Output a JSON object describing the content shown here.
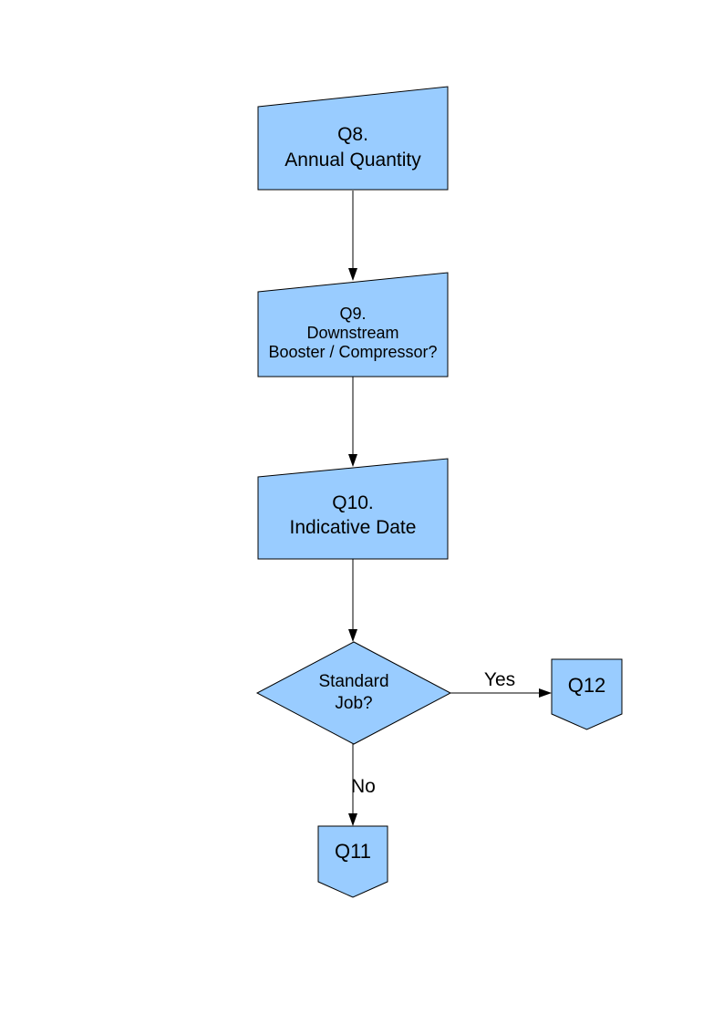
{
  "page": {
    "background_color": "#ffffff"
  },
  "diagram": {
    "style": {
      "node_fill": "#99CCFF",
      "node_border": "#000000",
      "connector_color": "#000000",
      "text_color": "#000000"
    },
    "nodes": [
      {
        "id": "q8",
        "type": "manual-input",
        "lines": [
          "Q8.",
          "Annual Quantity"
        ]
      },
      {
        "id": "q9",
        "type": "manual-input",
        "lines": [
          "Q9.",
          "Downstream",
          "Booster / Compressor?"
        ]
      },
      {
        "id": "q10",
        "type": "manual-input",
        "lines": [
          "Q10.",
          "Indicative Date"
        ]
      },
      {
        "id": "standard-job",
        "type": "decision",
        "lines": [
          "Standard",
          "Job?"
        ]
      },
      {
        "id": "q12",
        "type": "off-page-connector",
        "lines": [
          "Q12"
        ]
      },
      {
        "id": "q11",
        "type": "off-page-connector",
        "lines": [
          "Q11"
        ]
      }
    ],
    "edges": [
      {
        "from": "q8",
        "to": "q9",
        "label": ""
      },
      {
        "from": "q9",
        "to": "q10",
        "label": ""
      },
      {
        "from": "q10",
        "to": "standard-job",
        "label": ""
      },
      {
        "from": "standard-job",
        "to": "q12",
        "label": "Yes"
      },
      {
        "from": "standard-job",
        "to": "q11",
        "label": "No"
      }
    ]
  }
}
